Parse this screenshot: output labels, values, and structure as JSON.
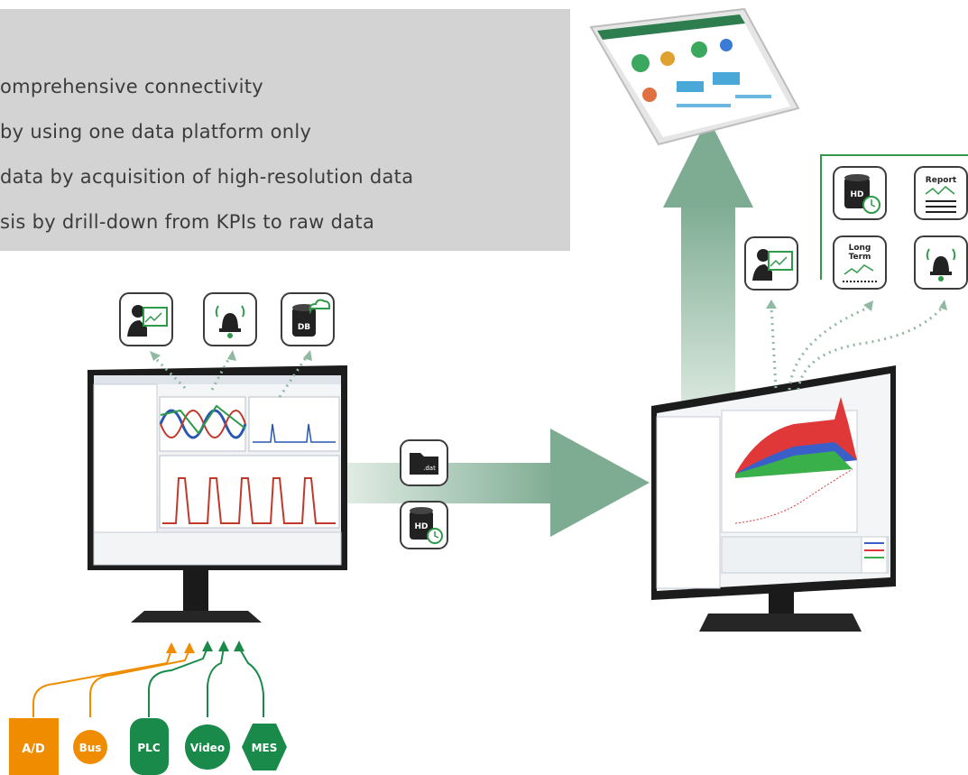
{
  "benefits": [
    "omprehensive connectivity",
    " by using one data platform only",
    "data by acquisition of high-resolution data",
    "sis by drill-down from KPIs to raw data"
  ],
  "sources": [
    {
      "label": "A/D",
      "color": "#f08c00",
      "shape": "square"
    },
    {
      "label": "Bus",
      "color": "#f08c00",
      "shape": "circle"
    },
    {
      "label": "PLC",
      "color": "#1a8a4a",
      "shape": "rounded-rect"
    },
    {
      "label": "Video",
      "color": "#1a8a4a",
      "shape": "circle"
    },
    {
      "label": "MES",
      "color": "#1a8a4a",
      "shape": "hexagon"
    }
  ],
  "icons": {
    "db_cloud": "DB",
    "hd": "HD",
    "report": "Report",
    "long_term_line1": "Long",
    "long_term_line2": "Term",
    "file_ext": ".dat"
  },
  "colors": {
    "green": "#1a8a4a",
    "orange": "#f08c00",
    "arrow_green": "#8fb9a0",
    "panel_gray": "#d3d3d3"
  }
}
